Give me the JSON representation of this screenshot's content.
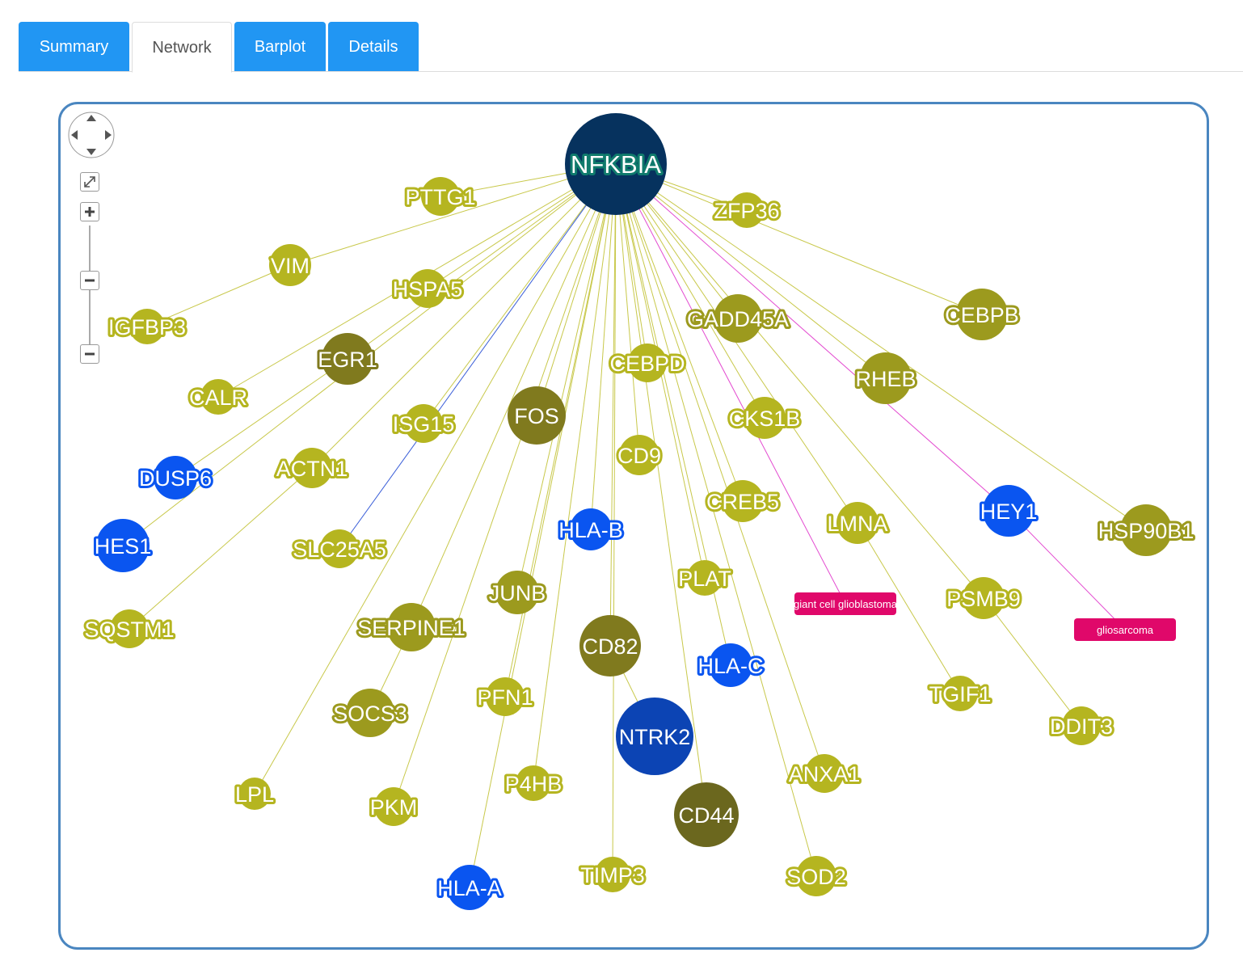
{
  "tabs": [
    {
      "label": "Summary",
      "active": false
    },
    {
      "label": "Network",
      "active": true
    },
    {
      "label": "Barplot",
      "active": false
    },
    {
      "label": "Details",
      "active": false
    }
  ],
  "colors": {
    "tab_active_bg": "#ffffff",
    "tab_inactive_bg": "#2196f3",
    "panel_border": "#4a86c0",
    "edge_default": "#c8c84a",
    "edge_blue": "#3a5ed8",
    "edge_magenta": "#e34ad0",
    "gene_light": "#b5b520",
    "gene_mid": "#9c9a1e",
    "gene_dark": "#807a1e",
    "gene_darkest": "#6b671e",
    "gene_blue": "#0a55f0",
    "gene_navy": "#0c44b4",
    "hub_navy": "#06325e",
    "disease": "#e0086a"
  },
  "network": {
    "hub": "NFKBIA",
    "nodes": [
      {
        "id": "NFKBIA",
        "kind": "hub"
      },
      {
        "id": "PTTG1",
        "kind": "gene",
        "color": "gene_light"
      },
      {
        "id": "ZFP36",
        "kind": "gene",
        "color": "gene_light"
      },
      {
        "id": "VIM",
        "kind": "gene",
        "color": "gene_light"
      },
      {
        "id": "HSPA5",
        "kind": "gene",
        "color": "gene_light"
      },
      {
        "id": "IGFBP3",
        "kind": "gene",
        "color": "gene_light"
      },
      {
        "id": "GADD45A",
        "kind": "gene",
        "color": "gene_mid"
      },
      {
        "id": "CEBPB",
        "kind": "gene",
        "color": "gene_mid"
      },
      {
        "id": "EGR1",
        "kind": "gene",
        "color": "gene_dark"
      },
      {
        "id": "CEBPD",
        "kind": "gene",
        "color": "gene_light"
      },
      {
        "id": "RHEB",
        "kind": "gene",
        "color": "gene_mid"
      },
      {
        "id": "CALR",
        "kind": "gene",
        "color": "gene_light"
      },
      {
        "id": "FOS",
        "kind": "gene",
        "color": "gene_dark"
      },
      {
        "id": "ISG15",
        "kind": "gene",
        "color": "gene_light"
      },
      {
        "id": "CKS1B",
        "kind": "gene",
        "color": "gene_light"
      },
      {
        "id": "DUSP6",
        "kind": "gene",
        "color": "gene_blue"
      },
      {
        "id": "CD9",
        "kind": "gene",
        "color": "gene_light"
      },
      {
        "id": "ACTN1",
        "kind": "gene",
        "color": "gene_light"
      },
      {
        "id": "CREB5",
        "kind": "gene",
        "color": "gene_light"
      },
      {
        "id": "LMNA",
        "kind": "gene",
        "color": "gene_light"
      },
      {
        "id": "HEY1",
        "kind": "gene",
        "color": "gene_blue"
      },
      {
        "id": "HLA-B",
        "kind": "gene",
        "color": "gene_blue"
      },
      {
        "id": "HES1",
        "kind": "gene",
        "color": "gene_blue"
      },
      {
        "id": "SLC25A5",
        "kind": "gene",
        "color": "gene_light"
      },
      {
        "id": "HSP90B1",
        "kind": "gene",
        "color": "gene_mid"
      },
      {
        "id": "PLAT",
        "kind": "gene",
        "color": "gene_light"
      },
      {
        "id": "JUNB",
        "kind": "gene",
        "color": "gene_mid"
      },
      {
        "id": "giant cell glioblastoma",
        "kind": "disease"
      },
      {
        "id": "PSMB9",
        "kind": "gene",
        "color": "gene_light"
      },
      {
        "id": "SQSTM1",
        "kind": "gene",
        "color": "gene_light"
      },
      {
        "id": "SERPINE1",
        "kind": "gene",
        "color": "gene_mid"
      },
      {
        "id": "gliosarcoma",
        "kind": "disease"
      },
      {
        "id": "CD82",
        "kind": "gene",
        "color": "gene_dark"
      },
      {
        "id": "HLA-C",
        "kind": "gene",
        "color": "gene_blue"
      },
      {
        "id": "PFN1",
        "kind": "gene",
        "color": "gene_light"
      },
      {
        "id": "TGIF1",
        "kind": "gene",
        "color": "gene_light"
      },
      {
        "id": "SOCS3",
        "kind": "gene",
        "color": "gene_mid"
      },
      {
        "id": "DDIT3",
        "kind": "gene",
        "color": "gene_light"
      },
      {
        "id": "NTRK2",
        "kind": "gene",
        "color": "gene_navy"
      },
      {
        "id": "ANXA1",
        "kind": "gene",
        "color": "gene_light"
      },
      {
        "id": "P4HB",
        "kind": "gene",
        "color": "gene_light"
      },
      {
        "id": "LPL",
        "kind": "gene",
        "color": "gene_light"
      },
      {
        "id": "PKM",
        "kind": "gene",
        "color": "gene_light"
      },
      {
        "id": "CD44",
        "kind": "gene",
        "color": "gene_darkest"
      },
      {
        "id": "TIMP3",
        "kind": "gene",
        "color": "gene_light"
      },
      {
        "id": "SOD2",
        "kind": "gene",
        "color": "gene_light"
      },
      {
        "id": "HLA-A",
        "kind": "gene",
        "color": "gene_blue"
      }
    ],
    "edges": [
      {
        "source": "NFKBIA",
        "target": "PTTG1",
        "color": "edge_default"
      },
      {
        "source": "NFKBIA",
        "target": "ZFP36",
        "color": "edge_default"
      },
      {
        "source": "NFKBIA",
        "target": "VIM",
        "color": "edge_default"
      },
      {
        "source": "NFKBIA",
        "target": "HSPA5",
        "color": "edge_default"
      },
      {
        "source": "VIM",
        "target": "IGFBP3",
        "color": "edge_default"
      },
      {
        "source": "NFKBIA",
        "target": "GADD45A",
        "color": "edge_default"
      },
      {
        "source": "NFKBIA",
        "target": "CEBPB",
        "color": "edge_default"
      },
      {
        "source": "NFKBIA",
        "target": "EGR1",
        "color": "edge_default"
      },
      {
        "source": "NFKBIA",
        "target": "CEBPD",
        "color": "edge_default"
      },
      {
        "source": "NFKBIA",
        "target": "RHEB",
        "color": "edge_default"
      },
      {
        "source": "NFKBIA",
        "target": "CALR",
        "color": "edge_default"
      },
      {
        "source": "NFKBIA",
        "target": "FOS",
        "color": "edge_default"
      },
      {
        "source": "NFKBIA",
        "target": "ISG15",
        "color": "edge_default"
      },
      {
        "source": "NFKBIA",
        "target": "CKS1B",
        "color": "edge_default"
      },
      {
        "source": "EGR1",
        "target": "DUSP6",
        "color": "edge_default"
      },
      {
        "source": "NFKBIA",
        "target": "CD9",
        "color": "edge_default"
      },
      {
        "source": "NFKBIA",
        "target": "ACTN1",
        "color": "edge_default"
      },
      {
        "source": "NFKBIA",
        "target": "CREB5",
        "color": "edge_default"
      },
      {
        "source": "NFKBIA",
        "target": "LMNA",
        "color": "edge_default"
      },
      {
        "source": "NFKBIA",
        "target": "HEY1",
        "color": "edge_magenta"
      },
      {
        "source": "NFKBIA",
        "target": "HLA-B",
        "color": "edge_default"
      },
      {
        "source": "NFKBIA",
        "target": "HES1",
        "color": "edge_default"
      },
      {
        "source": "NFKBIA",
        "target": "SLC25A5",
        "color": "edge_blue"
      },
      {
        "source": "NFKBIA",
        "target": "HSP90B1",
        "color": "edge_default"
      },
      {
        "source": "NFKBIA",
        "target": "PLAT",
        "color": "edge_default"
      },
      {
        "source": "NFKBIA",
        "target": "JUNB",
        "color": "edge_default"
      },
      {
        "source": "NFKBIA",
        "target": "giant cell glioblastoma",
        "color": "edge_magenta"
      },
      {
        "source": "NFKBIA",
        "target": "PSMB9",
        "color": "edge_default"
      },
      {
        "source": "ACTN1",
        "target": "SQSTM1",
        "color": "edge_default"
      },
      {
        "source": "NFKBIA",
        "target": "SERPINE1",
        "color": "edge_default"
      },
      {
        "source": "HEY1",
        "target": "gliosarcoma",
        "color": "edge_magenta"
      },
      {
        "source": "NFKBIA",
        "target": "CD82",
        "color": "edge_default"
      },
      {
        "source": "NFKBIA",
        "target": "HLA-C",
        "color": "edge_default"
      },
      {
        "source": "NFKBIA",
        "target": "PFN1",
        "color": "edge_default"
      },
      {
        "source": "LMNA",
        "target": "TGIF1",
        "color": "edge_default"
      },
      {
        "source": "SERPINE1",
        "target": "SOCS3",
        "color": "edge_default"
      },
      {
        "source": "PSMB9",
        "target": "DDIT3",
        "color": "edge_default"
      },
      {
        "source": "CD82",
        "target": "NTRK2",
        "color": "edge_default"
      },
      {
        "source": "NFKBIA",
        "target": "ANXA1",
        "color": "edge_default"
      },
      {
        "source": "NFKBIA",
        "target": "P4HB",
        "color": "edge_default"
      },
      {
        "source": "NFKBIA",
        "target": "LPL",
        "color": "edge_default"
      },
      {
        "source": "NFKBIA",
        "target": "PKM",
        "color": "edge_default"
      },
      {
        "source": "NFKBIA",
        "target": "CD44",
        "color": "edge_default"
      },
      {
        "source": "NFKBIA",
        "target": "TIMP3",
        "color": "edge_default"
      },
      {
        "source": "NFKBIA",
        "target": "SOD2",
        "color": "edge_default"
      },
      {
        "source": "NFKBIA",
        "target": "HLA-A",
        "color": "edge_default"
      }
    ]
  }
}
